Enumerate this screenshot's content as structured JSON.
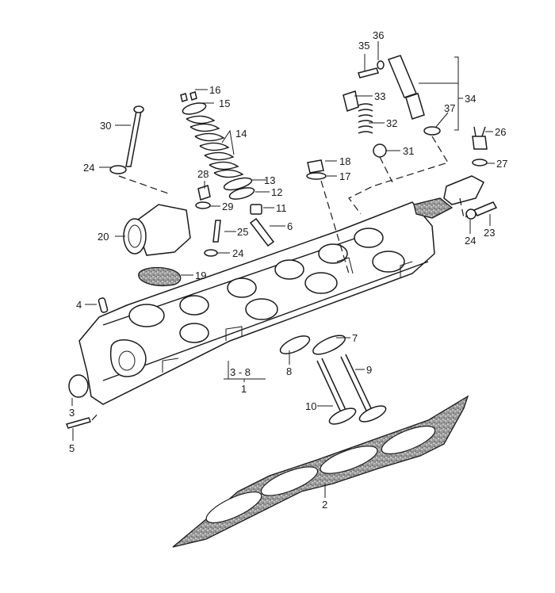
{
  "diagram": {
    "type": "exploded parts diagram",
    "colors": {
      "ink": "#1a1a1a",
      "background": "#ffffff"
    },
    "callouts": [
      {
        "id": "c1",
        "label": "1"
      },
      {
        "id": "c38",
        "label": "3 - 8"
      },
      {
        "id": "c2",
        "label": "2"
      },
      {
        "id": "c3",
        "label": "3"
      },
      {
        "id": "c4",
        "label": "4"
      },
      {
        "id": "c5",
        "label": "5"
      },
      {
        "id": "c6",
        "label": "6"
      },
      {
        "id": "c7",
        "label": "7"
      },
      {
        "id": "c8",
        "label": "8"
      },
      {
        "id": "c9",
        "label": "9"
      },
      {
        "id": "c10",
        "label": "10"
      },
      {
        "id": "c11",
        "label": "11"
      },
      {
        "id": "c12",
        "label": "12"
      },
      {
        "id": "c13",
        "label": "13"
      },
      {
        "id": "c14",
        "label": "14"
      },
      {
        "id": "c15",
        "label": "15"
      },
      {
        "id": "c16",
        "label": "16"
      },
      {
        "id": "c17",
        "label": "17"
      },
      {
        "id": "c18",
        "label": "18"
      },
      {
        "id": "c19",
        "label": "19"
      },
      {
        "id": "c20",
        "label": "20"
      },
      {
        "id": "c23",
        "label": "23"
      },
      {
        "id": "c24a",
        "label": "24"
      },
      {
        "id": "c24b",
        "label": "24"
      },
      {
        "id": "c24c",
        "label": "24"
      },
      {
        "id": "c25",
        "label": "25"
      },
      {
        "id": "c26",
        "label": "26"
      },
      {
        "id": "c27",
        "label": "27"
      },
      {
        "id": "c28",
        "label": "28"
      },
      {
        "id": "c29",
        "label": "29"
      },
      {
        "id": "c30",
        "label": "30"
      },
      {
        "id": "c31",
        "label": "31"
      },
      {
        "id": "c32",
        "label": "32"
      },
      {
        "id": "c33",
        "label": "33"
      },
      {
        "id": "c34",
        "label": "34"
      },
      {
        "id": "c35",
        "label": "35"
      },
      {
        "id": "c36",
        "label": "36"
      },
      {
        "id": "c37",
        "label": "37"
      }
    ]
  }
}
